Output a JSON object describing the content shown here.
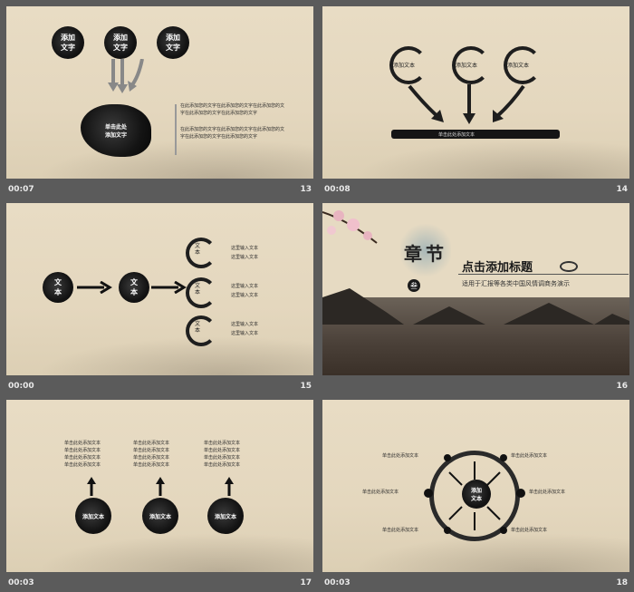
{
  "slides": [
    {
      "time": "00:07",
      "number": "13",
      "circles": [
        "添加\n文字",
        "添加\n文字",
        "添加\n文字"
      ],
      "splash_label": "单击此处\n添加文字",
      "paragraphs": [
        "在此添加您的文字在此添加您的文字在此添加您的文字在此添加您的文字在此添加您的文字",
        "在此添加您的文字在此添加您的文字在此添加您的文字在此添加您的文字在此添加您的文字"
      ]
    },
    {
      "time": "00:08",
      "number": "14",
      "circles": [
        "添加文本",
        "添加文本",
        "添加文本"
      ],
      "bar_label": "单击此处添加文本"
    },
    {
      "time": "00:00",
      "number": "15",
      "blots": [
        "文\n本",
        "文\n本"
      ],
      "rings": [
        "文\n本",
        "文\n本",
        "文\n本"
      ],
      "lines": [
        [
          "这里输入文本",
          "这里输入文本"
        ],
        [
          "这里输入文本",
          "这里输入文本"
        ],
        [
          "这里输入文本",
          "这里输入文本"
        ]
      ]
    },
    {
      "time": "",
      "number": "16",
      "chapter": "章节",
      "seal": "叁",
      "title": "点击添加标题",
      "subtitle": "适用于汇报等各类中国风情调商务演示"
    },
    {
      "time": "00:03",
      "number": "17",
      "blots": [
        "添加文本",
        "添加文本",
        "添加文本"
      ],
      "text": "单击此处添加文本"
    },
    {
      "time": "00:03",
      "number": "18",
      "center": "添加\n文本",
      "labels": [
        "单击此处添加文本",
        "单击此处添加文本",
        "单击此处添加文本",
        "单击此处添加文本",
        "单击此处添加文本",
        "单击此处添加文本"
      ]
    }
  ]
}
